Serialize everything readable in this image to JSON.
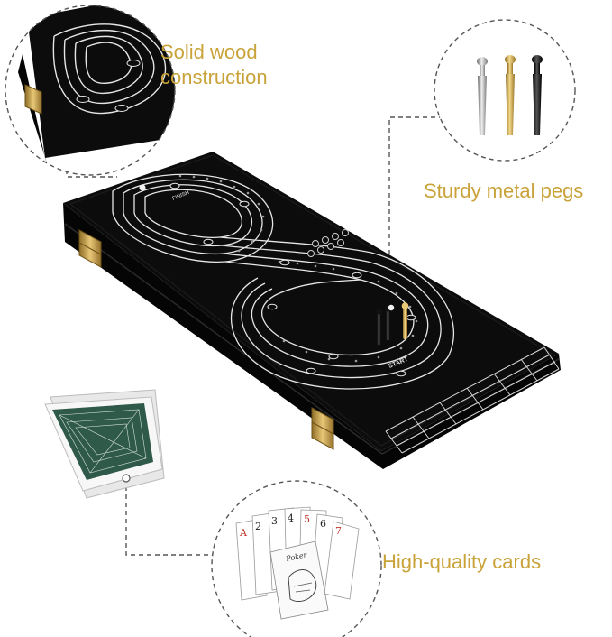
{
  "callouts": {
    "wood_line1": "Solid wood",
    "wood_line2": "construction",
    "pegs": "Sturdy metal pegs",
    "cards": "High-quality cards"
  },
  "board_labels": {
    "finish": "FINISH",
    "start": "START",
    "cards_brand": "Poker"
  },
  "colors": {
    "accent": "#c9a33a",
    "board": "#0c0c0c",
    "track": "#e6e6e6",
    "hinge": "#c9a14a",
    "dashed": "#555555"
  },
  "icons": [
    "silver-peg-icon",
    "gold-peg-icon",
    "black-peg-icon",
    "hinge-icon",
    "playing-card-icon"
  ]
}
